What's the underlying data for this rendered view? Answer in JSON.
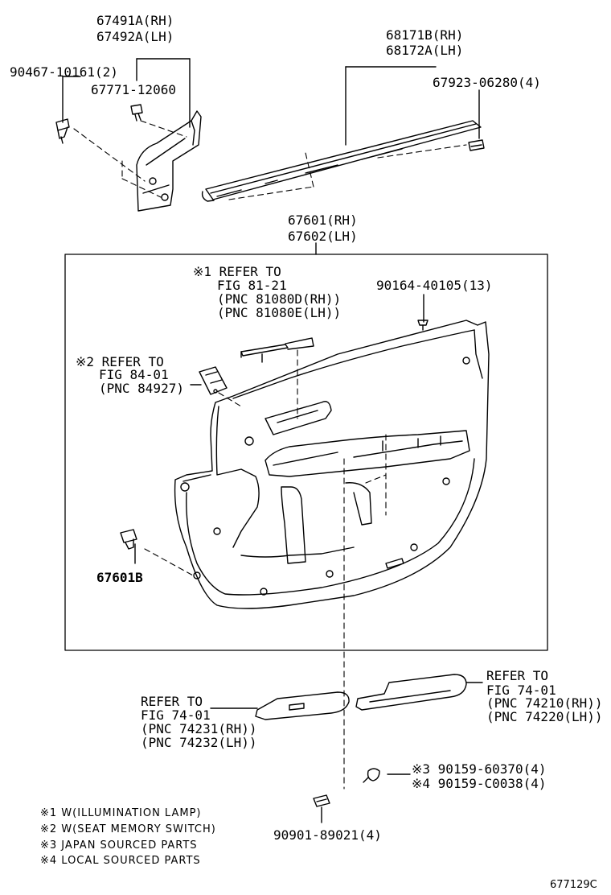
{
  "labels": {
    "p67491": [
      "67491A(RH)",
      "67492A(LH)"
    ],
    "p90467": "90467-10161(2)",
    "p67771": "67771-12060",
    "p68171": [
      "68171B(RH)",
      "68172A(LH)"
    ],
    "p67923": "67923-06280(4)",
    "p67601": [
      "67601(RH)",
      "67602(LH)"
    ],
    "ref1": [
      "※1 REFER TO",
      "FIG 81-21",
      "(PNC 81080D(RH))",
      "(PNC 81080E(LH))"
    ],
    "p90164": "90164-40105(13)",
    "ref2": [
      "※2 REFER TO",
      "FIG 84-01",
      "(PNC 84927)"
    ],
    "p67601b": "67601B",
    "ref74a": [
      "REFER TO",
      "FIG 74-01",
      "(PNC 74210(RH))",
      "(PNC 74220(LH))"
    ],
    "ref74b": [
      "REFER TO",
      "FIG 74-01",
      "(PNC 74231(RH))",
      "(PNC 74232(LH))"
    ],
    "p90159a": "※3 90159-60370(4)",
    "p90159b": "※4 90159-C0038(4)",
    "p90901": "90901-89021(4)"
  },
  "notes": [
    "※1 W(ILLUMINATION LAMP)",
    "※2 W(SEAT MEMORY SWITCH)",
    "※3 JAPAN SOURCED PARTS",
    "※4 LOCAL SOURCED PARTS"
  ],
  "figure_id": "677129C"
}
